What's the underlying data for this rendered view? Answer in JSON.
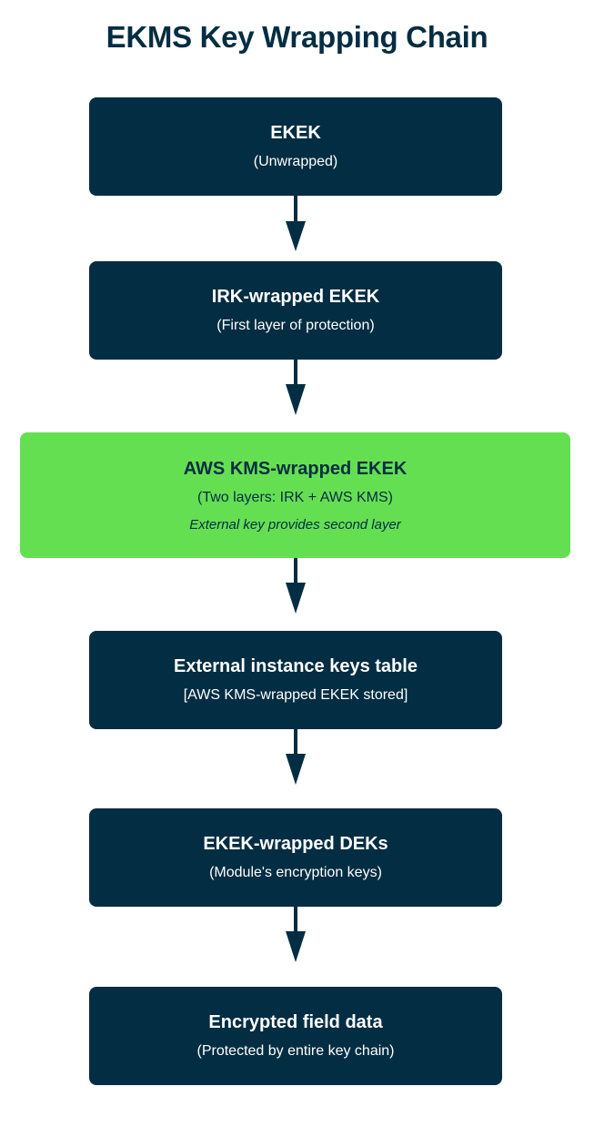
{
  "title": "EKMS Key Wrapping Chain",
  "colors": {
    "dark_node": "#032d42",
    "highlight_node": "#65df52",
    "title_text": "#032d42",
    "arrow": "#032d42"
  },
  "nodes": [
    {
      "label": "EKEK",
      "sub": "(Unwrapped)"
    },
    {
      "label": "IRK-wrapped EKEK",
      "sub": "(First layer of protection)"
    },
    {
      "label": "AWS KMS-wrapped EKEK",
      "sub": "(Two layers: IRK + AWS KMS)",
      "note": "External key provides second layer"
    },
    {
      "label": "External instance keys table",
      "sub": "[AWS KMS-wrapped EKEK stored]"
    },
    {
      "label": "EKEK-wrapped DEKs",
      "sub": "(Module's encryption keys)"
    },
    {
      "label": "Encrypted field data",
      "sub": "(Protected by entire key chain)"
    }
  ]
}
